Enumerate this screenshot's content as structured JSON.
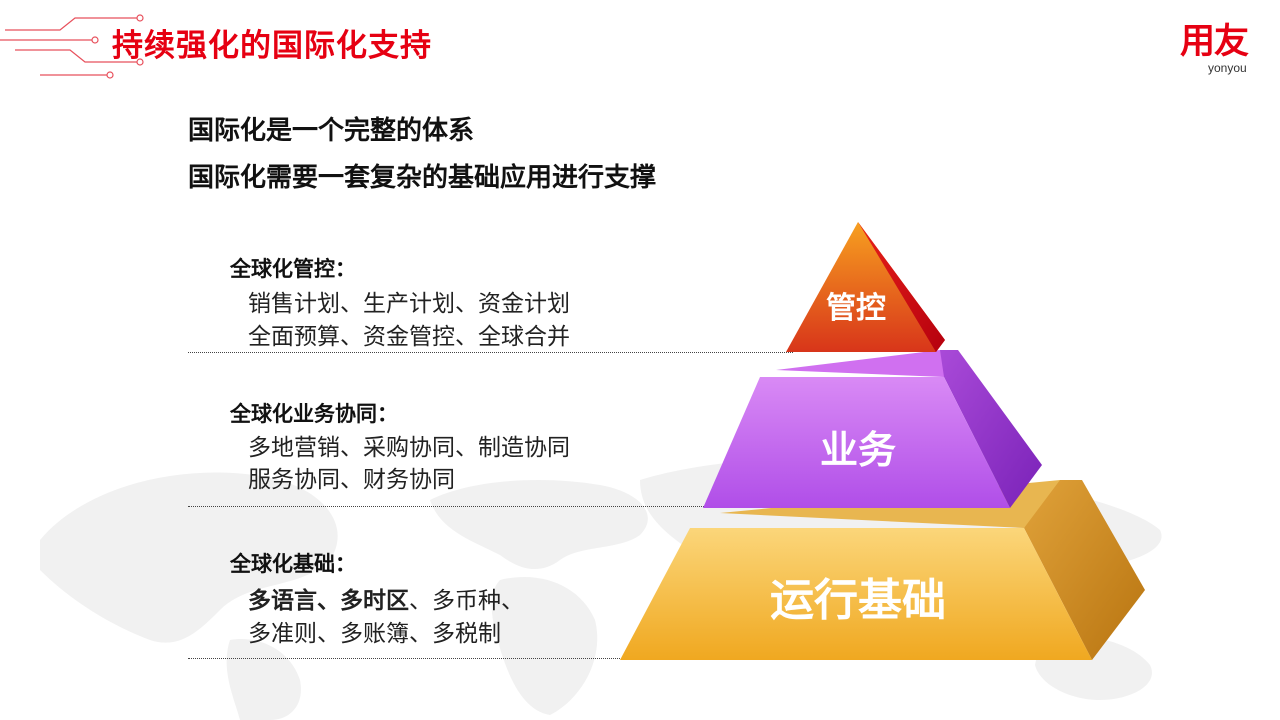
{
  "header": {
    "title": "持续强化的国际化支持",
    "logo_text": "用友",
    "logo_sub": "yonyou"
  },
  "intro": {
    "line1": "国际化是一个完整的体系",
    "line2": "国际化需要一套复杂的基础应用进行支撑"
  },
  "sections": [
    {
      "title": "全球化管控：",
      "line1": "销售计划、生产计划、资金计划",
      "line2": "全面预算、资金管控、全球合并"
    },
    {
      "title": "全球化业务协同：",
      "line1": "多地营销、采购协同、制造协同",
      "line2": "服务协同、财务协同"
    },
    {
      "title": "全球化基础：",
      "line1_bold": "多语言、多时区",
      "line1_rest": "、多币种、",
      "line2": "多准则、多账簿、多税制"
    }
  ],
  "pyramid": {
    "top_label": "管控",
    "middle_label": "业务",
    "bottom_label": "运行基础"
  },
  "colors": {
    "brand_red": "#e60012",
    "top_tier": "#e0401a",
    "middle_tier": "#c562f0",
    "bottom_tier": "#f2b33a"
  }
}
